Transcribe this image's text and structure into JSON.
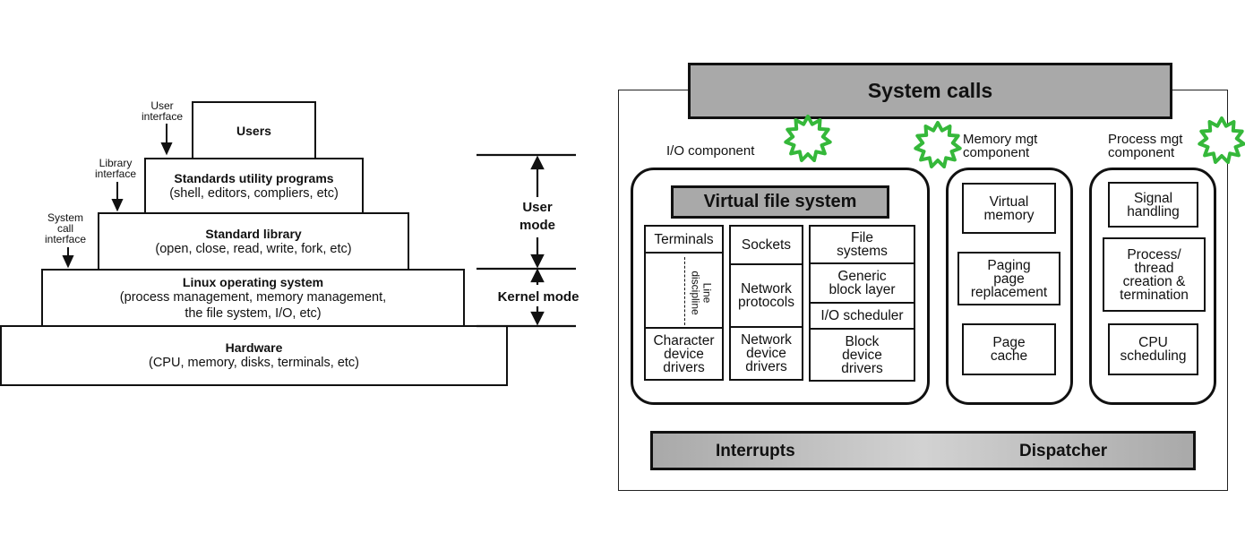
{
  "left": {
    "users": "Users",
    "utility": {
      "title": "Standards utility programs",
      "detail": "(shell, editors, compliers, etc)"
    },
    "stdlib": {
      "title": "Standard library",
      "detail": "(open, close, read, write, fork, etc)"
    },
    "linux": {
      "title": "Linux operating system",
      "detail1": "(process management, memory management,",
      "detail2": "the file system, I/O, etc)"
    },
    "hardware": {
      "title": "Hardware",
      "detail": "(CPU, memory, disks, terminals, etc)"
    },
    "interfaces": {
      "user": [
        "User",
        "interface"
      ],
      "library": [
        "Library",
        "interface"
      ],
      "syscall": [
        "System",
        "call",
        "interface"
      ]
    },
    "modes": {
      "user": [
        "User",
        "mode"
      ],
      "kernel": "Kernel mode"
    }
  },
  "right": {
    "system_calls": "System calls",
    "io_label": "I/O component",
    "mem_label": [
      "Memory mgt",
      "component"
    ],
    "proc_label": [
      "Process mgt",
      "component"
    ],
    "vfs": "Virtual file system",
    "io": {
      "terminals": "Terminals",
      "line_discipline": [
        "Line",
        "discipline"
      ],
      "char_drivers": [
        "Character",
        "device",
        "drivers"
      ],
      "sockets": "Sockets",
      "net_protocols": [
        "Network",
        "protocols"
      ],
      "net_drivers": [
        "Network",
        "device",
        "drivers"
      ],
      "file_systems": [
        "File",
        "systems"
      ],
      "generic_block": [
        "Generic",
        "block layer"
      ],
      "io_scheduler": "I/O scheduler",
      "block_drivers": [
        "Block",
        "device",
        "drivers"
      ]
    },
    "mem": {
      "virtual_memory": [
        "Virtual",
        "memory"
      ],
      "paging": [
        "Paging",
        "page",
        "replacement"
      ],
      "page_cache": [
        "Page",
        "cache"
      ]
    },
    "proc": {
      "signal": [
        "Signal",
        "handling"
      ],
      "process": [
        "Process/",
        "thread",
        "creation &",
        "termination"
      ],
      "cpu": [
        "CPU",
        "scheduling"
      ]
    },
    "interrupts": "Interrupts",
    "dispatcher": "Dispatcher"
  },
  "colors": {
    "gray": "#a9a9a9",
    "green": "#35b83a",
    "line": "#111111"
  }
}
